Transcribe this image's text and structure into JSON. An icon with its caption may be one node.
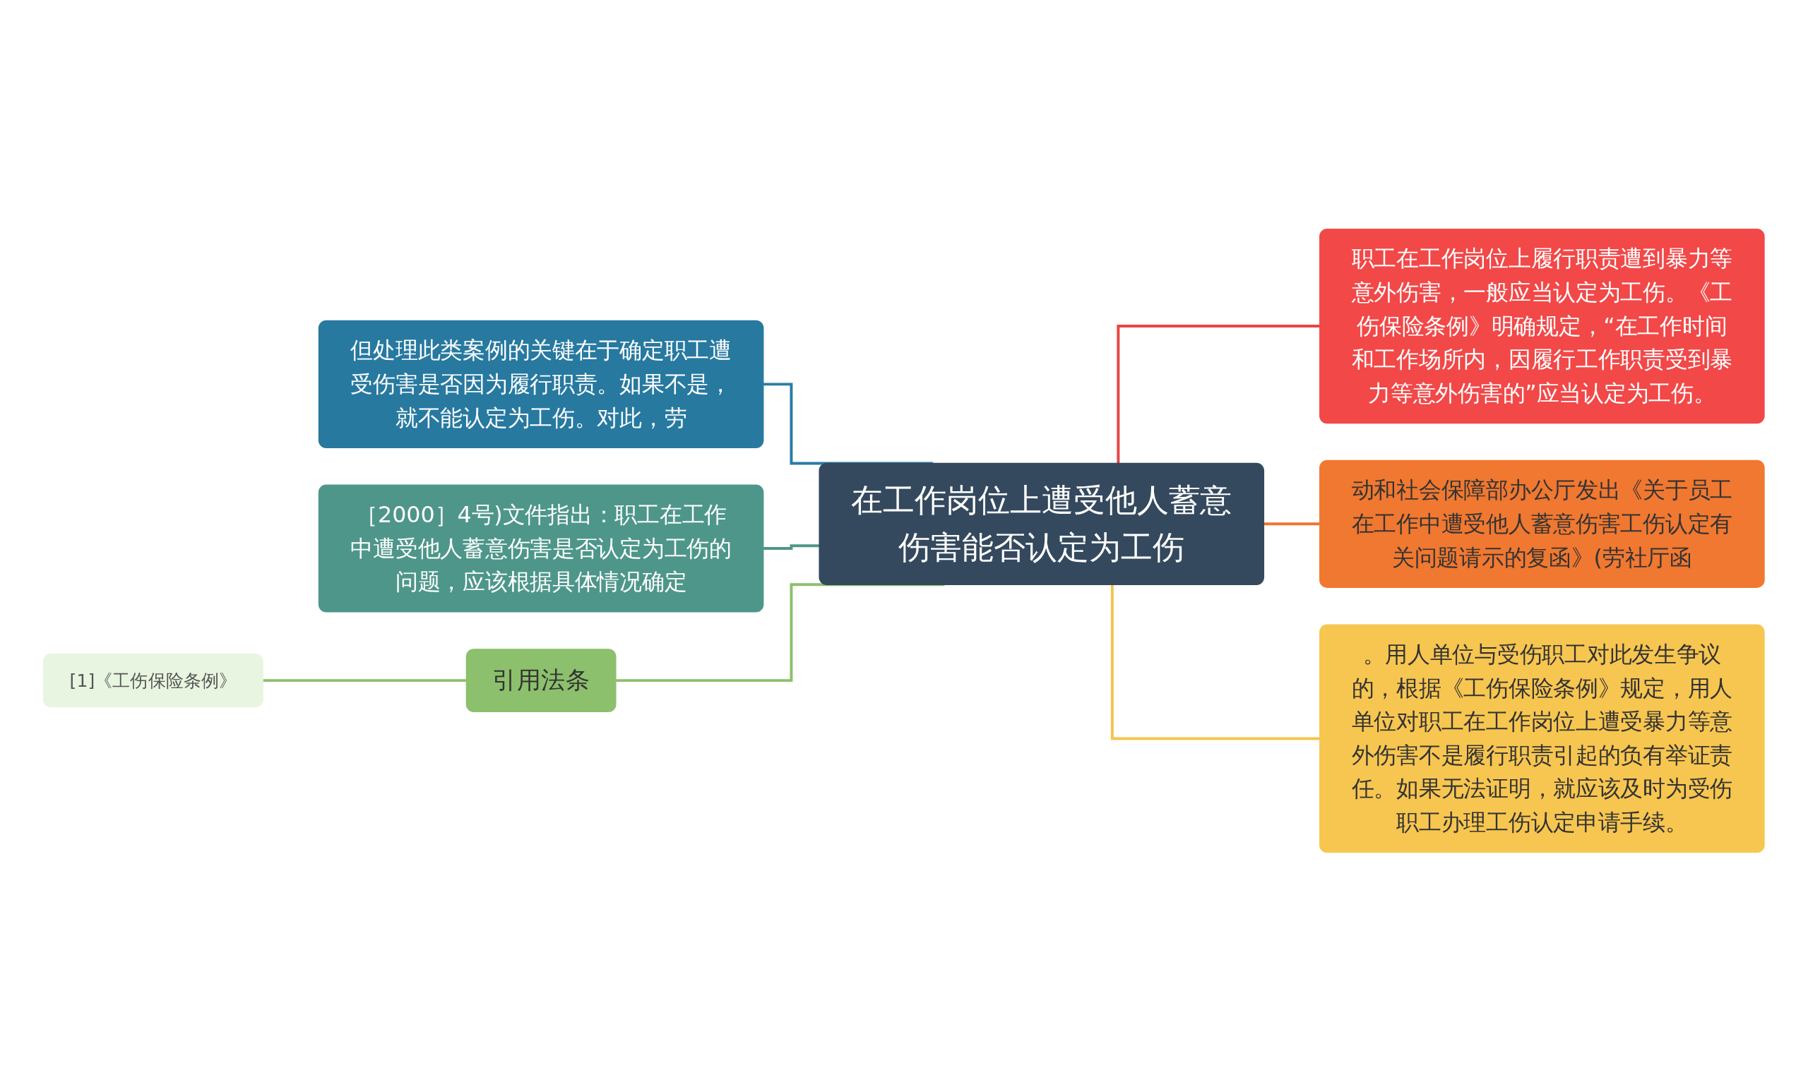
{
  "diagram": {
    "nodes": [
      {
        "text": [
          "在工作岗位上遭受他人蓄意伤害能否认定为工伤"
        ]
      },
      {
        "text": [
          "职工在工作岗位上履行职责遭到暴力等意外伤害，一般应当认定为工伤。《工伤保险条例》明确规定，“在工作时间和工作场所内，因履行工作职责受到暴力等意外伤害的”应当认定为工伤。"
        ]
      },
      {
        "text": [
          "动和社会保障部办公厅发出《关于员工在工作中遭受他人蓄意伤害工伤认定有关问题请示的复函》(劳社厅函"
        ]
      },
      {
        "text": [
          "。用人单位与受伤职工对此发生争议的，根据《工伤保险条例》规定，用人单位对职工在工作岗位上遭受暴力等意外伤害不是履行职责引起的负有举证责任。如果无法证明，就应该及时为受伤职工办理工伤认定申请手续。"
        ]
      },
      {
        "text": [
          "但处理此类案例的关键在于确定职工遭受伤害是否因为履行职责。如果不是，就不能认定为工伤。对此，劳"
        ]
      },
      {
        "text": [
          "［2000］4号)文件指出：职工在工作中遭受他人蓄意伤害是否认定为工伤的问题，应该根据具体情况确定"
        ]
      },
      {
        "text": [
          "引用法条"
        ]
      },
      {
        "text": [
          "[1]《工伤保险条例》"
        ]
      }
    ],
    "edges": [
      {
        "from": 0,
        "to": 1,
        "arrow": "none",
        "color": "#e84545"
      },
      {
        "from": 0,
        "to": 2,
        "arrow": "none",
        "color": "#ee7633"
      },
      {
        "from": 0,
        "to": 3,
        "arrow": "none",
        "color": "#f5c44e"
      },
      {
        "from": 0,
        "to": 4,
        "arrow": "none",
        "color": "#2a7ca4"
      },
      {
        "from": 0,
        "to": 5,
        "arrow": "none",
        "color": "#4e968a"
      },
      {
        "from": 0,
        "to": 6,
        "arrow": "none",
        "color": "#8cc06c"
      },
      {
        "from": 6,
        "to": 7,
        "arrow": "none",
        "color": "#8cc06c"
      }
    ]
  }
}
